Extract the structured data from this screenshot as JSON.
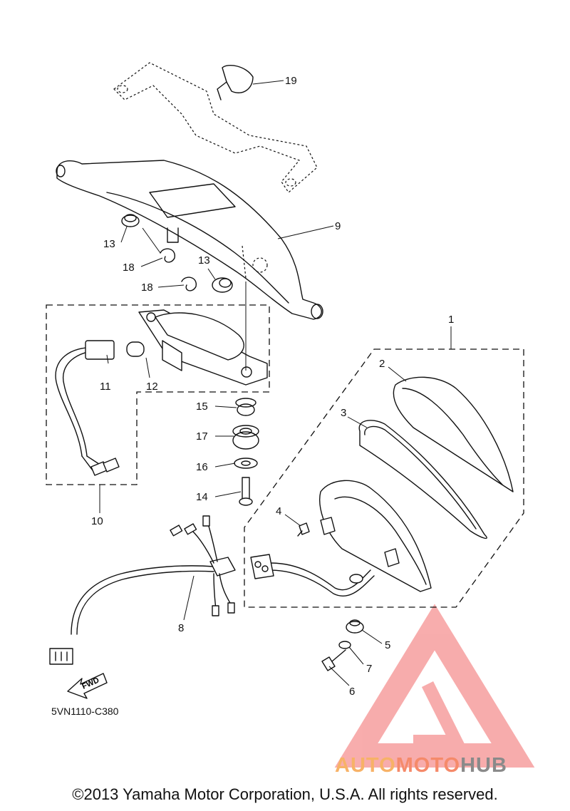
{
  "callouts": [
    {
      "id": "c1",
      "text": "1"
    },
    {
      "id": "c2",
      "text": "2"
    },
    {
      "id": "c3",
      "text": "3"
    },
    {
      "id": "c4",
      "text": "4"
    },
    {
      "id": "c5",
      "text": "5"
    },
    {
      "id": "c6",
      "text": "6"
    },
    {
      "id": "c7",
      "text": "7"
    },
    {
      "id": "c8",
      "text": "8"
    },
    {
      "id": "c9",
      "text": "9"
    },
    {
      "id": "c10",
      "text": "10"
    },
    {
      "id": "c11",
      "text": "11"
    },
    {
      "id": "c12",
      "text": "12"
    },
    {
      "id": "c13a",
      "text": "13"
    },
    {
      "id": "c13b",
      "text": "13"
    },
    {
      "id": "c14",
      "text": "14"
    },
    {
      "id": "c15",
      "text": "15"
    },
    {
      "id": "c16",
      "text": "16"
    },
    {
      "id": "c17",
      "text": "17"
    },
    {
      "id": "c18a",
      "text": "18"
    },
    {
      "id": "c18b",
      "text": "18"
    },
    {
      "id": "c19",
      "text": "19"
    }
  ],
  "fwd_label": "FWD",
  "reference_code": "5VN1110-C380",
  "copyright": "©2013 Yamaha Motor Corporation, U.S.A. All rights reserved.",
  "watermark": {
    "part1": "AUTO",
    "part2": "MOTO",
    "part3": "HUB"
  },
  "colors": {
    "line": "#111111",
    "watermark_red": "#f26a6a",
    "watermark_orange": "#f7b267",
    "watermark_gray": "#8a8a8a"
  }
}
